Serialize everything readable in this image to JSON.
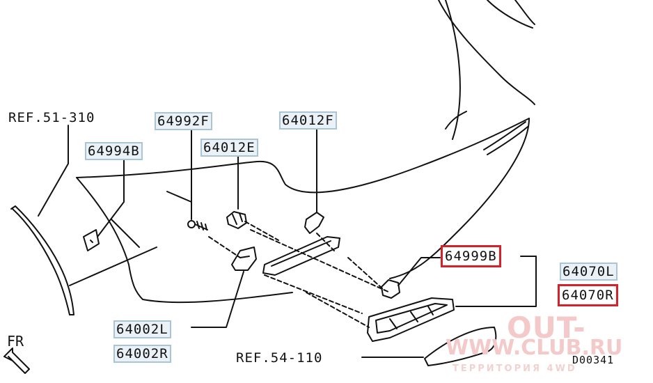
{
  "labels": {
    "ref_51_310": "REF.51-310",
    "ref_54_110": "REF.54-110",
    "p64992F": "64992F",
    "p64994B": "64994B",
    "p64012E": "64012E",
    "p64012F": "64012F",
    "p64999B": "64999B",
    "p64070L": "64070L",
    "p64070R": "64070R",
    "p64002L": "64002L",
    "p64002R": "64002R"
  },
  "direction": "FR",
  "diagram_code": "D00341",
  "watermark": {
    "line1": "OUT-",
    "line2": "WWW.CLUB.RU",
    "line3": "ТЕРРИТОРИЯ 4WD"
  },
  "colors": {
    "label_box_fill": "#eaf2f7",
    "label_box_border": "#a9c4d4",
    "highlight": "#d4212a",
    "watermark": "#f3c9c9"
  }
}
